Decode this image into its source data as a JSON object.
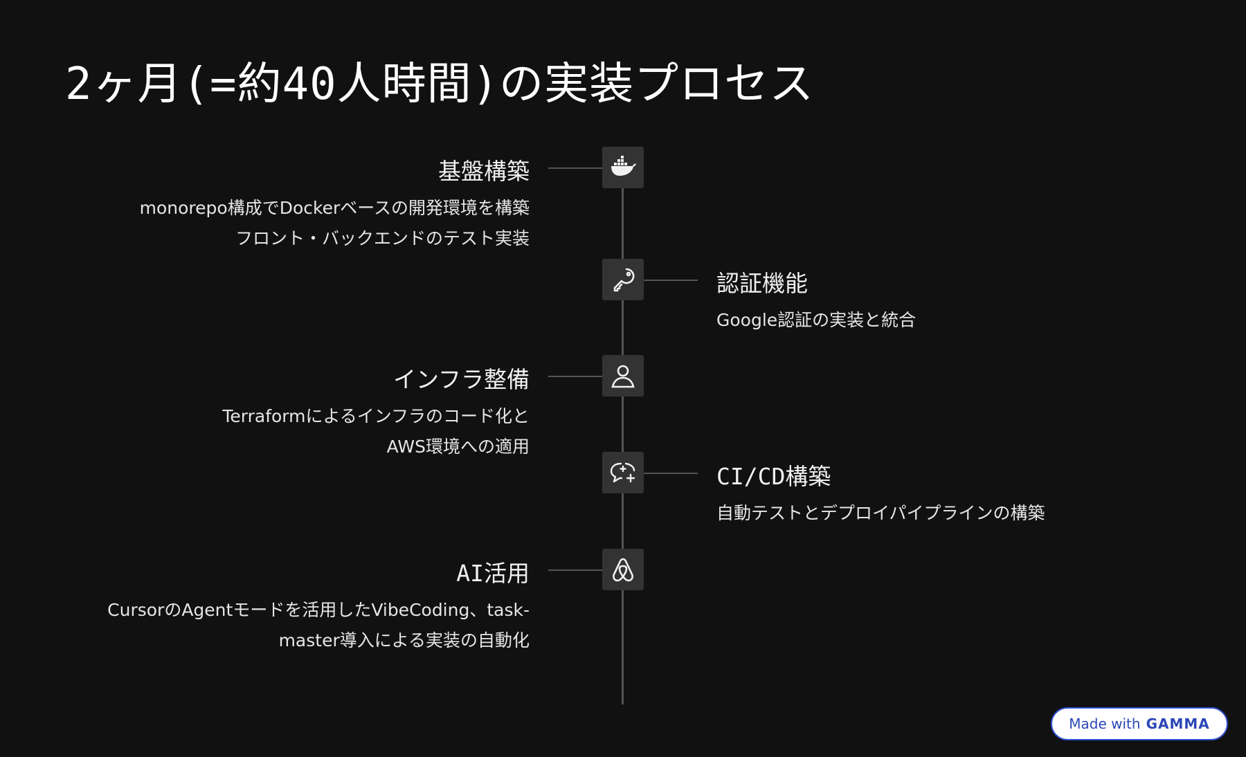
{
  "title": "2ヶ月(=約40人時間)の実装プロセス",
  "steps": [
    {
      "heading": "基盤構築",
      "lines": [
        "monorepo構成でDockerベースの開発環境を構築",
        "フロント・バックエンドのテスト実装"
      ],
      "icon": "docker-whale-icon",
      "side": "left"
    },
    {
      "heading": "認証機能",
      "lines": [
        "Google認証の実装と統合"
      ],
      "icon": "key-icon",
      "side": "right"
    },
    {
      "heading": "インフラ整備",
      "lines": [
        "Terraformによるインフラのコード化と",
        "AWS環境への適用"
      ],
      "icon": "person-icon",
      "side": "left"
    },
    {
      "heading": "CI/CD構築",
      "lines": [
        "自動テストとデプロイパイプラインの構築"
      ],
      "icon": "chat-sparkle-icon",
      "side": "right"
    },
    {
      "heading": "AI活用",
      "lines": [
        "CursorのAgentモードを活用したVibeCoding、task-",
        "master導入による実装の自動化"
      ],
      "icon": "airbnb-logo-icon",
      "side": "left"
    }
  ],
  "badge": {
    "prefix": "Made with",
    "brand": "GAMMA"
  },
  "colors": {
    "background": "#111111",
    "node": "#333333",
    "line": "#555555",
    "badge_text": "#2c47b8"
  }
}
